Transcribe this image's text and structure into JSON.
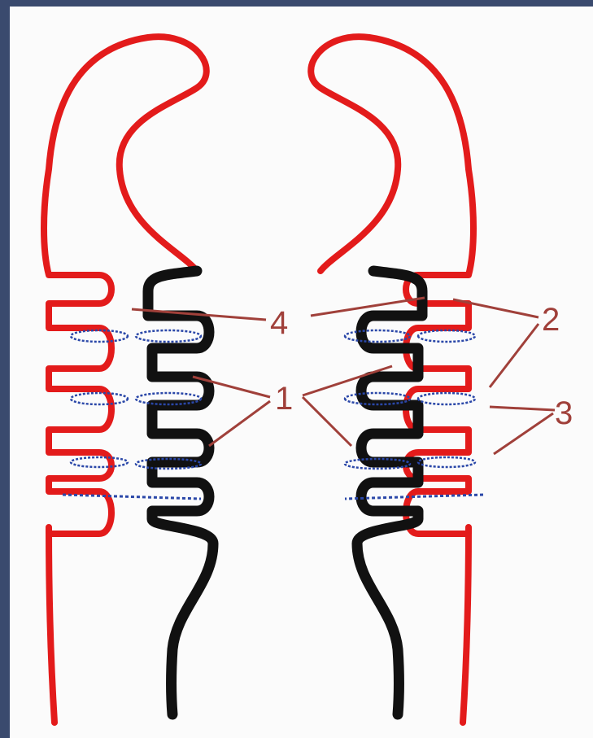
{
  "diagram": {
    "labels": {
      "l1": "1",
      "l2": "2",
      "l3": "3",
      "l4": "4"
    },
    "colors": {
      "outer_membrane": "#e31b1b",
      "inner_membrane": "#111111",
      "bridges": "#2a47a8",
      "leaders": "#a0403a",
      "background": "#fbfbfb",
      "border": "#3a4a6e"
    }
  }
}
